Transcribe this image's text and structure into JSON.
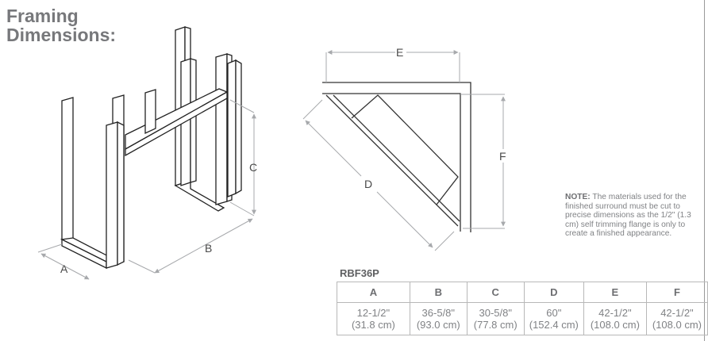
{
  "title": {
    "line1": "Framing",
    "line2": "Dimensions:"
  },
  "framing_diagram": {
    "labels": {
      "a": "A",
      "b": "B",
      "c": "C"
    }
  },
  "corner_diagram": {
    "labels": {
      "d": "D",
      "e": "E",
      "f": "F"
    }
  },
  "note": {
    "prefix": "NOTE:",
    "text": " The materials used for the finished surround must be cut to precise dimensions as the 1/2\" (1.3 cm) self trimming flange is only to create a finished appearance."
  },
  "table": {
    "model": "RBF36P",
    "headers": [
      "A",
      "B",
      "C",
      "D",
      "E",
      "F"
    ],
    "imperial": [
      "12-1/2\"",
      "36-5/8\"",
      "30-5/8\"",
      "60\"",
      "42-1/2\"",
      "42-1/2\""
    ],
    "metric": [
      "(31.8 cm)",
      "(93.0 cm)",
      "(77.8 cm)",
      "(152.4 cm)",
      "(108.0 cm)",
      "(108.0 cm)"
    ]
  }
}
